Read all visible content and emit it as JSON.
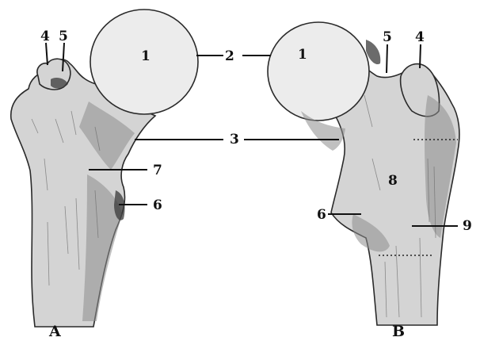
{
  "figure_a": {
    "panel_label": "A",
    "labels": {
      "head": "1",
      "fovea": "2",
      "neck": "3",
      "greater_trochanter": "4",
      "trochanteric_fossa": "5",
      "lesser_trochanter": "6",
      "intertrochanteric_line": "7"
    }
  },
  "figure_b": {
    "panel_label": "B",
    "labels": {
      "head": "1",
      "trochanteric_fossa": "5",
      "greater_trochanter": "4",
      "lesser_trochanter": "6",
      "intertrochanteric_crest": "8",
      "quadrate_tubercle": "9"
    }
  },
  "shared_labels": {
    "fovea": "2",
    "neck": "3"
  },
  "colors": {
    "ink": "#111111",
    "bone": "#d4d4d4",
    "head": "#ececec",
    "background": "#ffffff"
  }
}
